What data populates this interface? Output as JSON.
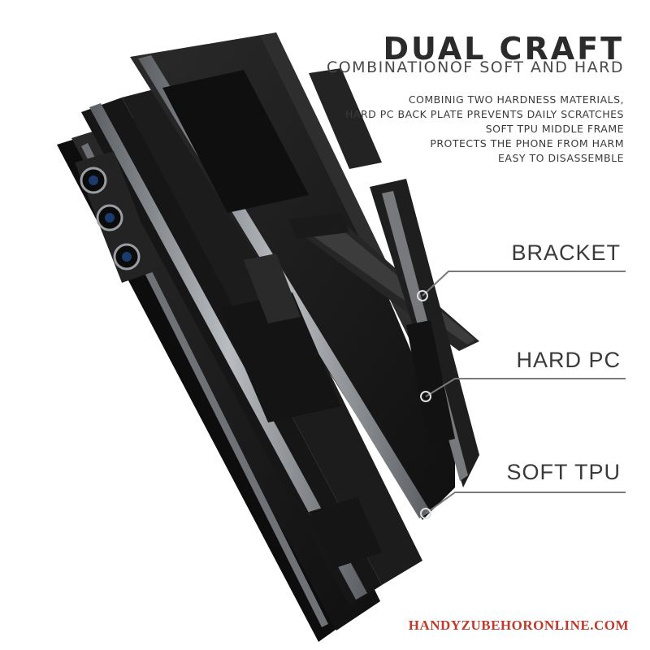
{
  "heading": {
    "title": "DUAL CRAFT",
    "subtitle": "COMBINATIONOF SOFT AND HARD"
  },
  "features": [
    "COMBINIG TWO HARDNESS MATERIALS,",
    "HARD PC BACK PLATE PREVENTS DAILY SCRATCHES",
    "SOFT TPU MIDDLE FRAME",
    "PROTECTS THE PHONE FROM HARM",
    "EASY TO DISASSEMBLE"
  ],
  "callouts": {
    "bracket": "BRACKET",
    "hard_pc": "HARD PC",
    "soft_tpu": "SOFT TPU"
  },
  "watermark": "HANDYZUBEHORONLINE.COM",
  "colors": {
    "case_black": "#1a1a1a",
    "metal_trim": "#8a8d91",
    "text_dark": "#2b2b2b",
    "watermark_red": "#c0392b"
  }
}
